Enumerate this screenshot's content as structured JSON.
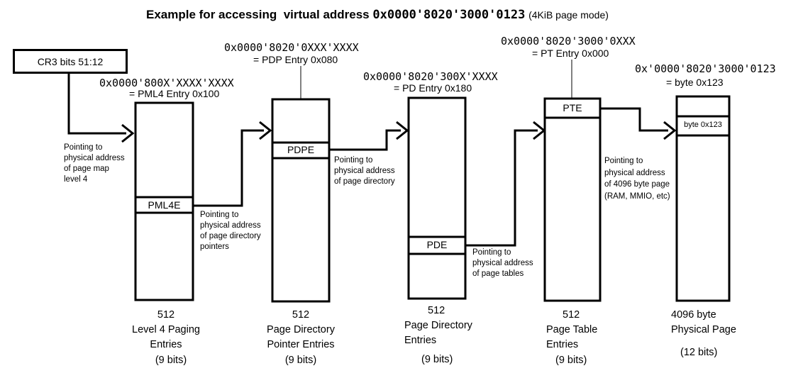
{
  "title": {
    "prefix": "Example for accessing  virtual address",
    "address": "0x0000'8020'3000'0123",
    "mode": "(4KiB page mode)"
  },
  "cr3": {
    "label": "CR3 bits 51:12"
  },
  "levels": [
    {
      "id": "pml4",
      "mask": "0x0000'800X'XXXX'XXXX",
      "entry": "= PML4 Entry 0x100",
      "row_label": "PML4E",
      "count": "512",
      "name": "Level 4 Paging\nEntries",
      "bits": "(9 bits)"
    },
    {
      "id": "pdp",
      "mask": "0x0000'8020'0XXX'XXXX",
      "entry": "= PDP Entry 0x080",
      "row_label": "PDPE",
      "count": "512",
      "name": "Page Directory\nPointer Entries",
      "bits": "(9 bits)"
    },
    {
      "id": "pd",
      "mask": "0x0000'8020'300X'XXXX",
      "entry": "= PD Entry 0x180",
      "row_label": "PDE",
      "count": "512",
      "name": "Page Directory\nEntries",
      "bits": "(9 bits)"
    },
    {
      "id": "pt",
      "mask": "0x0000'8020'3000'0XXX",
      "entry": "= PT Entry 0x000",
      "row_label": "PTE",
      "count": "512",
      "name": "Page Table\nEntries",
      "bits": "(9 bits)"
    },
    {
      "id": "page",
      "mask": "0x'0000'8020'3000'0123",
      "entry": "= byte 0x123",
      "row_label": "byte 0x123",
      "count": "4096 byte",
      "name": "Physical Page",
      "bits": "(12 bits)"
    }
  ],
  "notes": [
    "Pointing to\nphysical address\nof page map\nlevel 4",
    "Pointing to\nphysical address\nof page directory\npointers",
    "Pointing to\nphysical address\nof page directory",
    "Pointing to\nphysical address\nof page tables",
    "Pointing to\nphysical address\nof 4096 byte page\n(RAM, MMIO, etc)"
  ]
}
